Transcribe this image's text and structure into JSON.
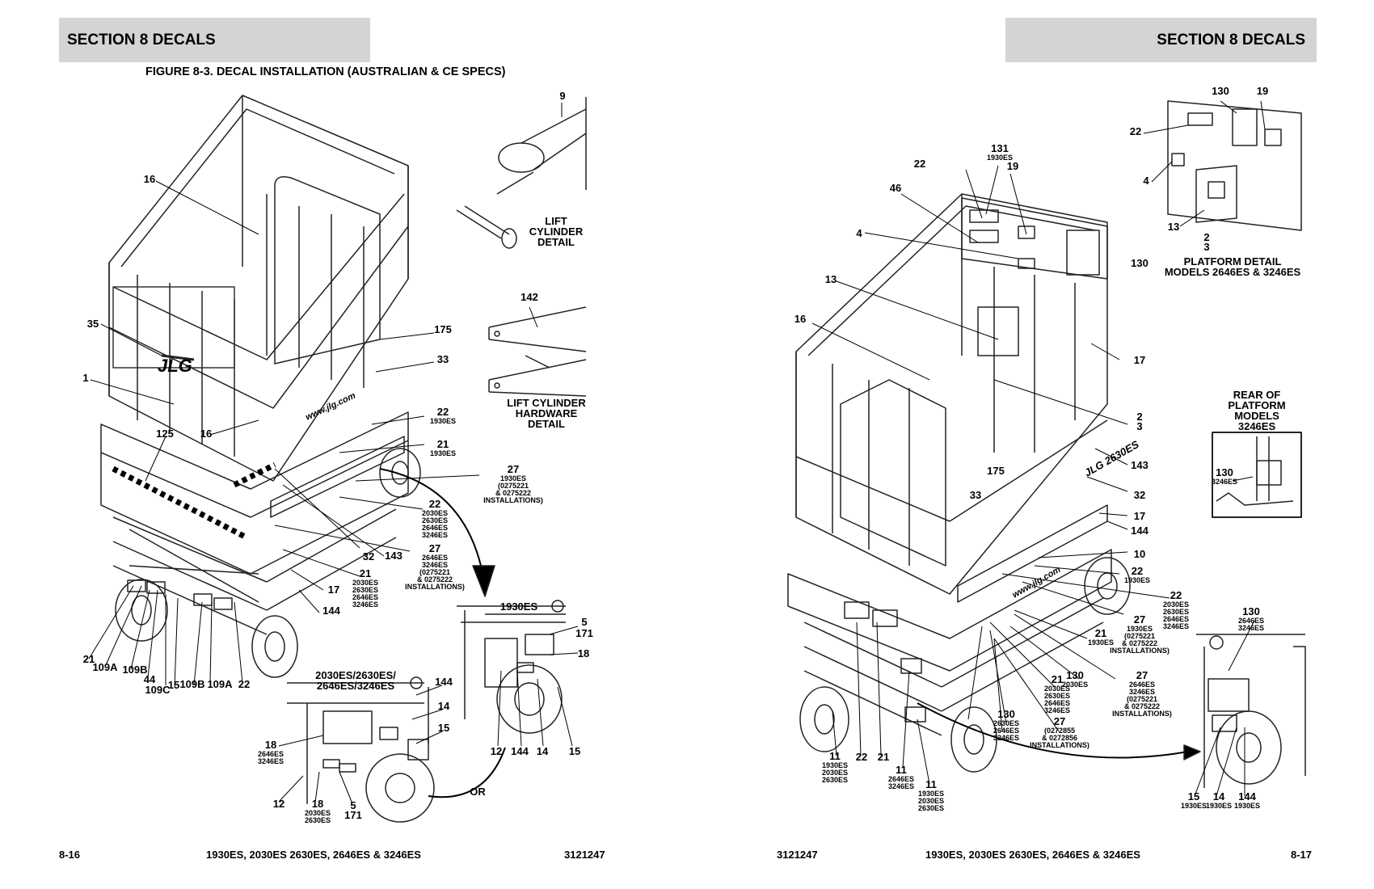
{
  "left_page": {
    "section_header": "SECTION 8   DECALS",
    "figure_title": "FIGURE 8-3. DECAL INSTALLATION (AUSTRALIAN & CE SPECS)",
    "footer": {
      "page": "8-16",
      "models": "1930ES, 2030ES 2630ES, 2646ES & 3246ES",
      "doc": "3121247"
    },
    "details": {
      "lift_cylinder": [
        "LIFT",
        "CYLINDER",
        "DETAIL"
      ],
      "lift_cylinder_hardware": [
        "LIFT CYLINDER",
        "HARDWARE",
        "DETAIL"
      ],
      "inset_1930": "1930ES",
      "inset_2030": [
        "2030ES/2630ES/",
        "2646ES/3246ES"
      ],
      "or": "OR"
    },
    "callouts": [
      {
        "id": "l-9",
        "t": [
          "9"
        ]
      },
      {
        "id": "l-16a",
        "t": [
          "16"
        ]
      },
      {
        "id": "l-35",
        "t": [
          "35"
        ]
      },
      {
        "id": "l-1",
        "t": [
          "1"
        ]
      },
      {
        "id": "l-125",
        "t": [
          "125"
        ]
      },
      {
        "id": "l-16b",
        "t": [
          "16"
        ]
      },
      {
        "id": "l-142",
        "t": [
          "142"
        ]
      },
      {
        "id": "l-175",
        "t": [
          "175"
        ]
      },
      {
        "id": "l-33",
        "t": [
          "33"
        ]
      },
      {
        "id": "l-22a",
        "t": [
          "22"
        ],
        "s": [
          "1930ES"
        ]
      },
      {
        "id": "l-21a",
        "t": [
          "21"
        ],
        "s": [
          "1930ES"
        ]
      },
      {
        "id": "l-27a",
        "t": [
          "27"
        ],
        "s": [
          "1930ES",
          "(0275221",
          "& 0275222",
          "INSTALLATIONS)"
        ]
      },
      {
        "id": "l-22b",
        "t": [
          "22"
        ],
        "s": [
          "2030ES",
          "2630ES",
          "2646ES",
          "3246ES"
        ]
      },
      {
        "id": "l-27b",
        "t": [
          "27"
        ],
        "s": [
          "2646ES",
          "3246ES",
          "(0275221",
          "& 0275222",
          "INSTALLATIONS)"
        ]
      },
      {
        "id": "l-32",
        "t": [
          "32"
        ]
      },
      {
        "id": "l-143",
        "t": [
          "143"
        ]
      },
      {
        "id": "l-21b",
        "t": [
          "21"
        ],
        "s": [
          "2030ES",
          "2630ES",
          "2646ES",
          "3246ES"
        ]
      },
      {
        "id": "l-17",
        "t": [
          "17"
        ]
      },
      {
        "id": "l-144a",
        "t": [
          "144"
        ]
      },
      {
        "id": "l-21c",
        "t": [
          "21"
        ]
      },
      {
        "id": "l-109a1",
        "t": [
          "109A"
        ]
      },
      {
        "id": "l-109b1",
        "t": [
          "109B"
        ]
      },
      {
        "id": "l-44",
        "t": [
          "44"
        ]
      },
      {
        "id": "l-109c",
        "t": [
          "109C"
        ]
      },
      {
        "id": "l-15a",
        "t": [
          "15"
        ]
      },
      {
        "id": "l-109b2",
        "t": [
          "109B"
        ]
      },
      {
        "id": "l-109a2",
        "t": [
          "109A"
        ]
      },
      {
        "id": "l-22c",
        "t": [
          "22"
        ]
      },
      {
        "id": "l-5a",
        "t": [
          "5"
        ]
      },
      {
        "id": "l-171a",
        "t": [
          "171"
        ]
      },
      {
        "id": "l-18a",
        "t": [
          "18"
        ]
      },
      {
        "id": "l-12a",
        "t": [
          "12"
        ]
      },
      {
        "id": "l-144b",
        "t": [
          "144"
        ]
      },
      {
        "id": "l-14a",
        "t": [
          "14"
        ]
      },
      {
        "id": "l-15b",
        "t": [
          "15"
        ]
      },
      {
        "id": "l-144c",
        "t": [
          "144"
        ]
      },
      {
        "id": "l-14b",
        "t": [
          "14"
        ]
      },
      {
        "id": "l-15c",
        "t": [
          "15"
        ]
      },
      {
        "id": "l-18b",
        "t": [
          "18"
        ],
        "s": [
          "2646ES",
          "3246ES"
        ]
      },
      {
        "id": "l-12b",
        "t": [
          "12"
        ]
      },
      {
        "id": "l-18c",
        "t": [
          "18"
        ],
        "s": [
          "2030ES",
          "2630ES"
        ]
      },
      {
        "id": "l-5b",
        "t": [
          "5",
          "171"
        ]
      }
    ]
  },
  "right_page": {
    "section_header": "SECTION 8   DECALS",
    "footer": {
      "doc": "3121247",
      "models": "1930ES, 2030ES 2630ES, 2646ES & 3246ES",
      "page": "8-17"
    },
    "details": {
      "platform_detail": [
        "PLATFORM DETAIL",
        "MODELS 2646ES & 3246ES"
      ],
      "rear_platform": [
        "REAR OF",
        "PLATFORM",
        "MODELS",
        "3246ES"
      ]
    },
    "callouts": [
      {
        "id": "r-130a",
        "t": [
          "130"
        ]
      },
      {
        "id": "r-19a",
        "t": [
          "19"
        ]
      },
      {
        "id": "r-22a",
        "t": [
          "22"
        ]
      },
      {
        "id": "r-4a",
        "t": [
          "4"
        ]
      },
      {
        "id": "r-13a",
        "t": [
          "13"
        ]
      },
      {
        "id": "r-23a",
        "t": [
          "2",
          "3"
        ]
      },
      {
        "id": "r-130b",
        "t": [
          "130"
        ]
      },
      {
        "id": "r-131",
        "t": [
          "131"
        ],
        "s": [
          "1930ES"
        ]
      },
      {
        "id": "r-22b",
        "t": [
          "22"
        ]
      },
      {
        "id": "r-19b",
        "t": [
          "19"
        ]
      },
      {
        "id": "r-46",
        "t": [
          "46"
        ]
      },
      {
        "id": "r-4b",
        "t": [
          "4"
        ]
      },
      {
        "id": "r-13b",
        "t": [
          "13"
        ]
      },
      {
        "id": "r-16",
        "t": [
          "16"
        ]
      },
      {
        "id": "r-17a",
        "t": [
          "17"
        ]
      },
      {
        "id": "r-23b",
        "t": [
          "2",
          "3"
        ]
      },
      {
        "id": "r-143",
        "t": [
          "143"
        ]
      },
      {
        "id": "r-130c",
        "t": [
          "130"
        ],
        "s": [
          "3246ES"
        ]
      },
      {
        "id": "r-175",
        "t": [
          "175"
        ]
      },
      {
        "id": "r-33",
        "t": [
          "33"
        ]
      },
      {
        "id": "r-32",
        "t": [
          "32"
        ]
      },
      {
        "id": "r-17b",
        "t": [
          "17"
        ]
      },
      {
        "id": "r-144",
        "t": [
          "144"
        ]
      },
      {
        "id": "r-10",
        "t": [
          "10"
        ]
      },
      {
        "id": "r-22c",
        "t": [
          "22"
        ],
        "s": [
          "1930ES"
        ]
      },
      {
        "id": "r-22d",
        "t": [
          "22"
        ],
        "s": [
          "2030ES",
          "2630ES",
          "2646ES",
          "3246ES"
        ]
      },
      {
        "id": "r-130d",
        "t": [
          "130"
        ],
        "s": [
          "2646ES",
          "3246ES"
        ]
      },
      {
        "id": "r-27a",
        "t": [
          "27"
        ],
        "s": [
          "1930ES",
          "(0275221",
          "& 0275222",
          "INSTALLATIONS)"
        ]
      },
      {
        "id": "r-21a",
        "t": [
          "21"
        ],
        "s": [
          "1930ES"
        ]
      },
      {
        "id": "r-27b",
        "t": [
          "27"
        ],
        "s": [
          "2646ES",
          "3246ES",
          "(0275221",
          "& 0275222",
          "INSTALLATIONS)"
        ]
      },
      {
        "id": "r-130e",
        "t": [
          "130"
        ],
        "s": [
          "2030ES"
        ]
      },
      {
        "id": "r-21b",
        "t": [
          "21"
        ],
        "s": [
          "2030ES",
          "2630ES",
          "2646ES",
          "3246ES"
        ]
      },
      {
        "id": "r-130f",
        "t": [
          "130"
        ],
        "s": [
          "2630ES",
          "2646ES",
          "3246ES"
        ]
      },
      {
        "id": "r-27c",
        "t": [
          "27"
        ],
        "s": [
          "(0272855",
          "& 0272856",
          "INSTALLATIONS)"
        ]
      },
      {
        "id": "r-11a",
        "t": [
          "11"
        ],
        "s": [
          "1930ES",
          "2030ES",
          "2630ES"
        ]
      },
      {
        "id": "r-22e",
        "t": [
          "22"
        ]
      },
      {
        "id": "r-21c",
        "t": [
          "21"
        ]
      },
      {
        "id": "r-11b",
        "t": [
          "11"
        ],
        "s": [
          "2646ES",
          "3246ES"
        ]
      },
      {
        "id": "r-11c",
        "t": [
          "11"
        ],
        "s": [
          "1930ES",
          "2030ES",
          "2630ES"
        ]
      },
      {
        "id": "r-15",
        "t": [
          "15"
        ],
        "s": [
          "1930ES"
        ]
      },
      {
        "id": "r-14",
        "t": [
          "14"
        ],
        "s": [
          "1930ES"
        ]
      },
      {
        "id": "r-144b",
        "t": [
          "144"
        ],
        "s": [
          "1930ES"
        ]
      }
    ]
  }
}
